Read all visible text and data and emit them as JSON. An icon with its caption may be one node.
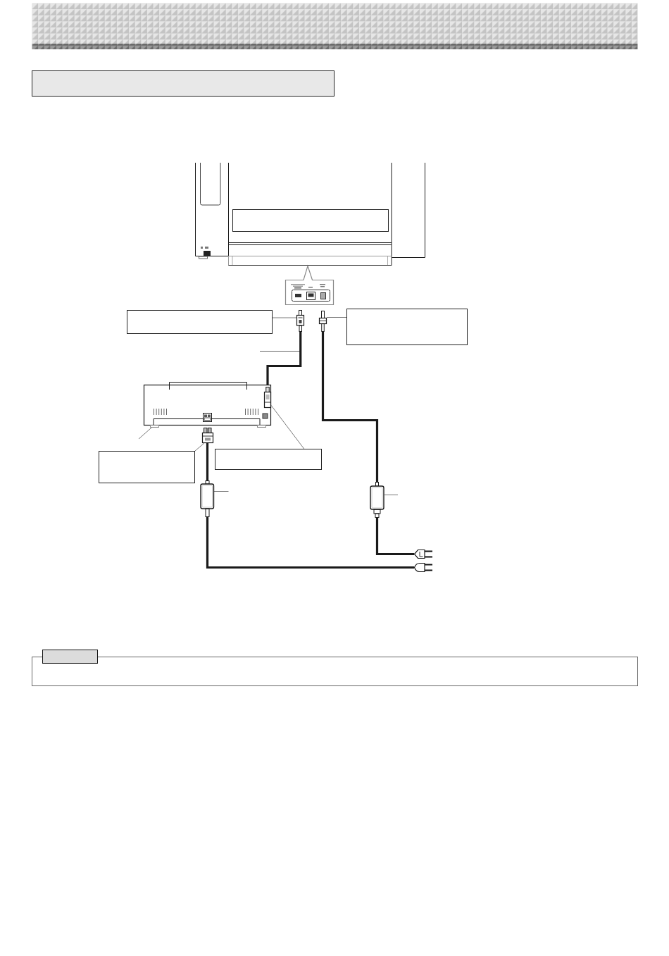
{
  "diagram": {
    "nodes": [
      {
        "text": [],
        "shape": "box"
      },
      {
        "text": [],
        "shape": "picture"
      },
      {
        "text": [],
        "shape": "box",
        "in": 1
      },
      {
        "text": [],
        "shape": "picture"
      },
      {
        "text": [],
        "shape": "box"
      },
      {
        "text": [],
        "shape": "picture"
      },
      {
        "text": [],
        "shape": "picture"
      },
      {
        "text": [],
        "shape": "box"
      },
      {
        "text": [],
        "shape": "picture"
      },
      {
        "text": [],
        "shape": "picture",
        "in": 8
      },
      {
        "text": [],
        "shape": "picture"
      },
      {
        "text": [],
        "shape": "box"
      },
      {
        "text": [],
        "shape": "box"
      },
      {
        "text": [],
        "shape": "picture"
      },
      {
        "text": [],
        "shape": "picture"
      },
      {
        "text": [],
        "shape": "picture"
      },
      {
        "text": [],
        "shape": "picture"
      },
      {
        "text": [],
        "shape": "box"
      },
      {
        "text": [],
        "shape": "box"
      }
    ],
    "edges": [
      {
        "from": 4,
        "to": 5,
        "arrow": "none"
      },
      {
        "from": 7,
        "to": 6,
        "arrow": "none"
      },
      {
        "from": 5,
        "to": 9,
        "arrow": "none",
        "style": "thick"
      },
      {
        "from": 6,
        "to": 14,
        "arrow": "none",
        "style": "thick"
      },
      {
        "from": 14,
        "to": 15,
        "arrow": "none",
        "style": "thick"
      },
      {
        "from": 10,
        "to": 13,
        "arrow": "none",
        "style": "thick"
      },
      {
        "from": 13,
        "to": 16,
        "arrow": "none",
        "style": "thick"
      },
      {
        "from": 11,
        "to": 10,
        "arrow": "none"
      },
      {
        "from": 12,
        "to": 9,
        "arrow": "none"
      },
      {
        "from": null,
        "to": 13,
        "arrow": "none"
      },
      {
        "from": null,
        "to": 14,
        "arrow": "none"
      },
      {
        "from": null,
        "to": 8,
        "arrow": "none"
      }
    ]
  }
}
